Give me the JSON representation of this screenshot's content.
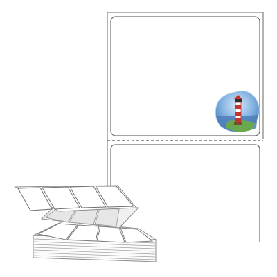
{
  "product": {
    "type": "fanfold-paper-labels",
    "label_shape": "rectangle-rounded-corners",
    "perforation": "dashed",
    "printed_motif": "lighthouse-icon",
    "colors": {
      "background": "#ffffff",
      "liner_outline": "#8a8a8a",
      "label_outline": "#6f6f6f",
      "sky": "#5f8fcf",
      "sea": "#4f7fb8",
      "lighthouse_red": "#c5342c",
      "grass": "#6aa84f"
    }
  }
}
